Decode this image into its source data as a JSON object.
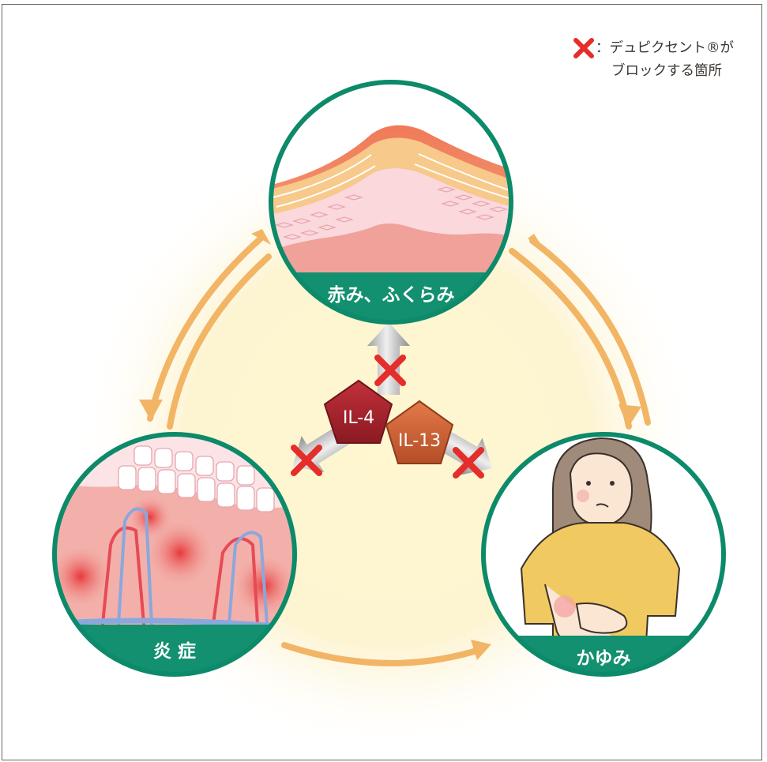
{
  "legend": {
    "marker_icon": "red-x-icon",
    "line1": "：デュピクセント®が",
    "line2": "ブロックする箇所"
  },
  "cycle": {
    "top_label": "赤み、ふくらみ",
    "left_label": "炎 症",
    "right_label": "かゆみ"
  },
  "cytokines": {
    "il4": "IL-4",
    "il13": "IL-13"
  },
  "colors": {
    "frame": "#6d655d",
    "teal": "#0c8a6a",
    "cycle_arrow": "#f2b565",
    "block_x": "#e52d2a",
    "il4": "#a3202a",
    "il13": "#c85e35"
  }
}
